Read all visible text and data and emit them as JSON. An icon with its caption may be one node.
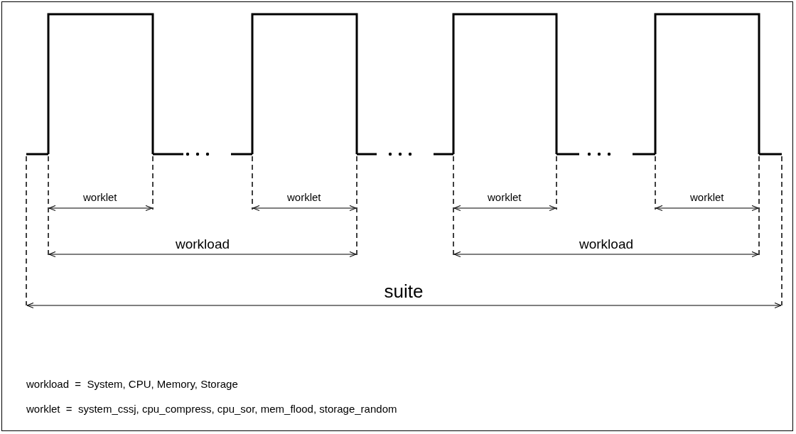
{
  "diagram": {
    "labels": [
      "worklet",
      "worklet",
      "worklet",
      "worklet",
      "workload",
      "workload",
      "suite",
      "workload  =  System, CPU, Memory, Storage",
      "worklet  =  system_cssj, cpu_compress, cpu_sor, mem_flood, storage_random"
    ]
  }
}
